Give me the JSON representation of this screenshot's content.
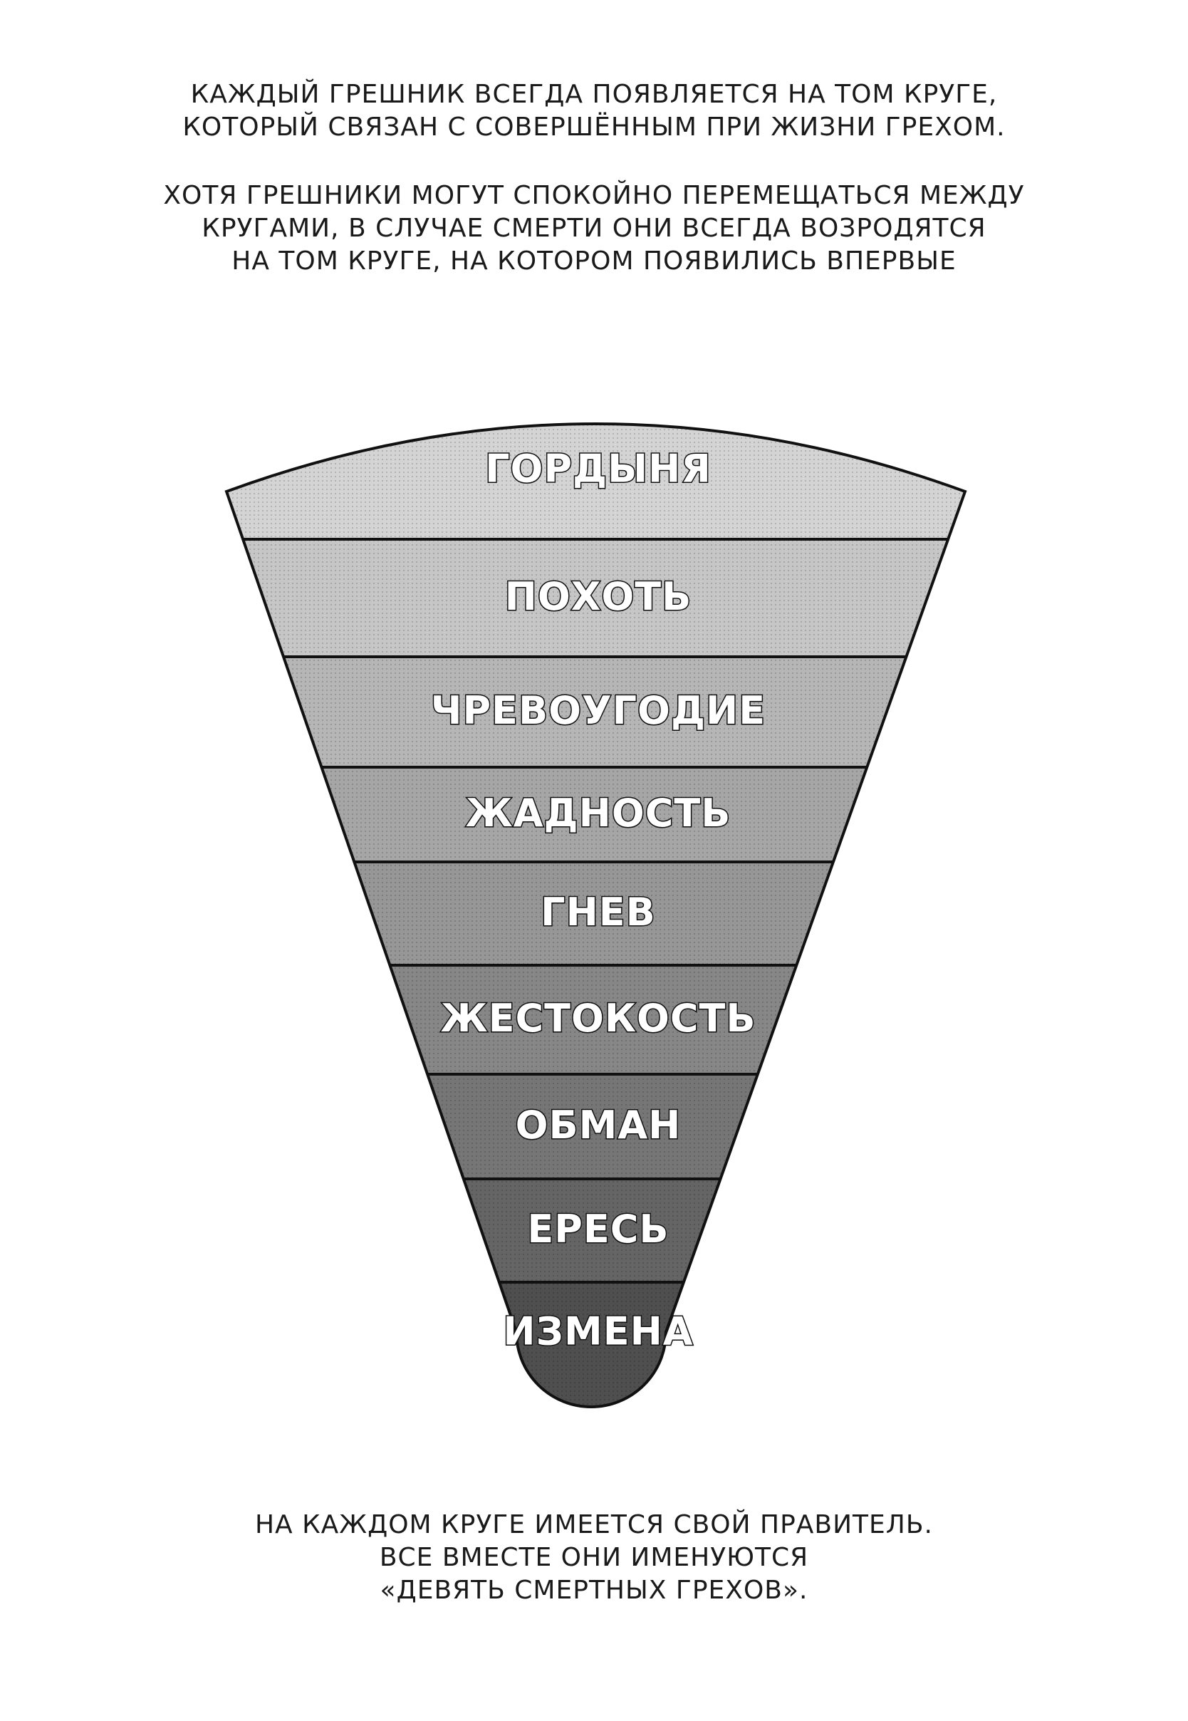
{
  "intro": {
    "paragraph_1": [
      "КАЖДЫЙ ГРЕШНИК ВСЕГДА ПОЯВЛЯЕТСЯ НА ТОМ КРУГЕ,",
      "КОТОРЫЙ СВЯЗАН С СОВЕРШЁННЫМ ПРИ ЖИЗНИ ГРЕХОМ."
    ],
    "paragraph_2": [
      "ХОТЯ ГРЕШНИКИ МОГУТ СПОКОЙНО ПЕРЕМЕЩАТЬСЯ МЕЖДУ",
      "КРУГАМИ, В СЛУЧАЕ СМЕРТИ ОНИ ВСЕГДА ВОЗРОДЯТСЯ",
      "НА ТОМ КРУГЕ, НА КОТОРОМ ПОЯВИЛИСЬ ВПЕРВЫЕ"
    ]
  },
  "circles": [
    {
      "label": "ГОРДЫНЯ",
      "shade": "#d4d4d4"
    },
    {
      "label": "ПОХОТЬ",
      "shade": "#c6c6c6"
    },
    {
      "label": "ЧРЕВОУГОДИЕ",
      "shade": "#b6b6b6"
    },
    {
      "label": "ЖАДНОСТЬ",
      "shade": "#a6a6a6"
    },
    {
      "label": "ГНЕВ",
      "shade": "#979797"
    },
    {
      "label": "ЖЕСТОКОСТЬ",
      "shade": "#878787"
    },
    {
      "label": "ОБМАН",
      "shade": "#767676"
    },
    {
      "label": "ЕРЕСЬ",
      "shade": "#656565"
    },
    {
      "label": "ИЗМЕНА",
      "shade": "#4f4f4f"
    }
  ],
  "footer": {
    "lines": [
      "НА КАЖДОМ КРУГЕ ИМЕЕТСЯ СВОЙ ПРАВИТЕЛЬ.",
      "ВСЕ ВМЕСТЕ ОНИ ИМЕНУЮТСЯ",
      "«ДЕВЯТЬ СМЕРТНЫХ ГРЕХОВ»."
    ]
  },
  "colors": {
    "outline": "#111111",
    "text": "#1a1a1a"
  }
}
